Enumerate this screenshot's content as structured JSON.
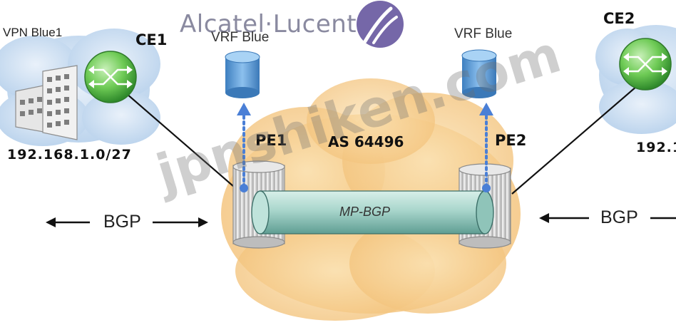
{
  "brand": {
    "name": "Alcatel·Lucent"
  },
  "left_site": {
    "vpn_label": "VPN Blue1",
    "ce_label": "CE1",
    "subnet": "192.168.1.0/27"
  },
  "right_site": {
    "ce_label": "CE2",
    "subnet_partial": "192.1"
  },
  "pe1": {
    "label": "PE1",
    "vrf_label": "VRF Blue"
  },
  "pe2": {
    "label": "PE2",
    "vrf_label": "VRF Blue"
  },
  "backbone": {
    "as_label": "AS 64496",
    "tunnel_label": "MP-BGP"
  },
  "protocols": {
    "left_bgp": "BGP",
    "right_bgp": "BGP"
  },
  "watermark": "jpnshiken.com",
  "colors": {
    "router_green": "#5fc24a",
    "cloud_blue": "#cfe0f0",
    "cloud_orange": "#f6cf8c",
    "tunnel_teal": "#9fd0c6",
    "db_blue": "#4f95d3",
    "arrow_blue": "#4a7fd6",
    "brand_logo": "#7567a8"
  }
}
